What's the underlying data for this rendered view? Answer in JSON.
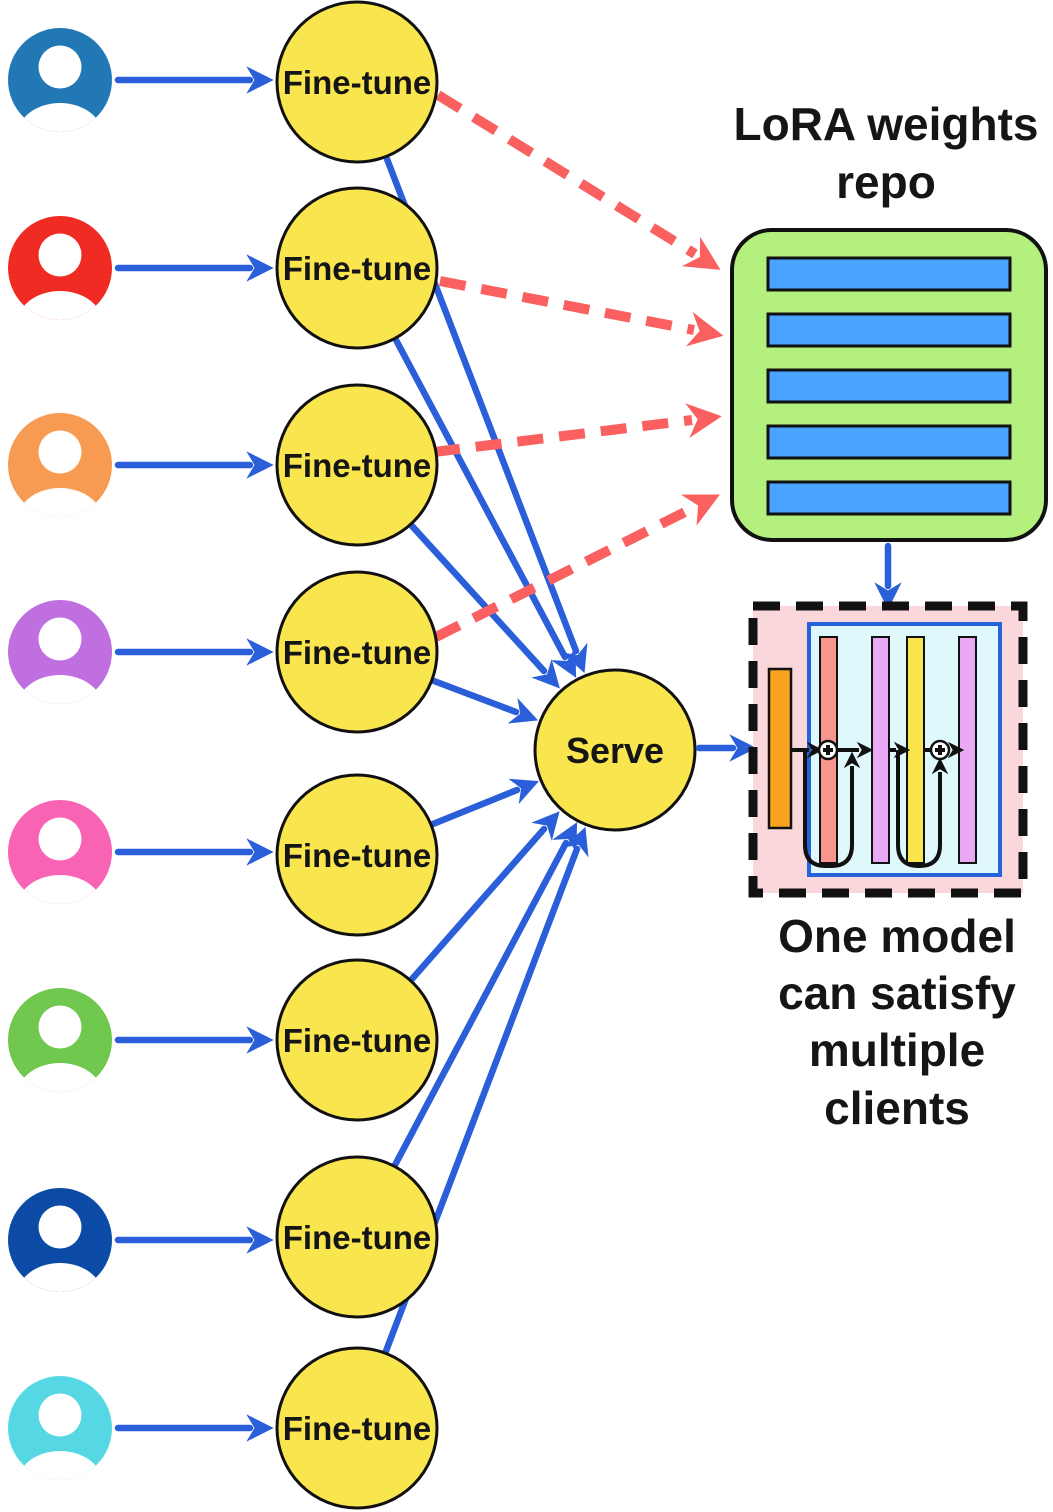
{
  "title": {
    "line1": "LoRA weights",
    "line2": "repo"
  },
  "caption": {
    "line1": "One model",
    "line2": "can satisfy",
    "line3": "multiple",
    "line4": "clients"
  },
  "nodes": {
    "finetune": "Fine-tune",
    "serve": "Serve"
  },
  "clients": [
    {
      "id": "client-1",
      "color": "#2278B5"
    },
    {
      "id": "client-2",
      "color": "#EF2B24"
    },
    {
      "id": "client-3",
      "color": "#F89B52"
    },
    {
      "id": "client-4",
      "color": "#C06FE0"
    },
    {
      "id": "client-5",
      "color": "#F963B4"
    },
    {
      "id": "client-6",
      "color": "#70C94E"
    },
    {
      "id": "client-7",
      "color": "#0B4BA5"
    },
    {
      "id": "client-8",
      "color": "#55D8E4"
    }
  ],
  "repo": {
    "bar_count": 5
  },
  "colors": {
    "node_yellow": "#F9E54E",
    "node_stroke": "#111111",
    "blue_arrow": "#2A5FD9",
    "red_dashed_arrow": "#F9605F",
    "repo_green": "#B4F07E",
    "repo_bar_blue": "#4AA3FF",
    "model_background_pink": "#FAD7DA",
    "model_inner_cyan": "#DFF8FC",
    "model_inner_border_blue": "#2563D9",
    "orange_bar": "#F9A21F",
    "salmon_bar": "#F7958E",
    "violet_bar": "#EBA9F5",
    "yellow_bar": "#FAE54F",
    "text": "#151515"
  }
}
